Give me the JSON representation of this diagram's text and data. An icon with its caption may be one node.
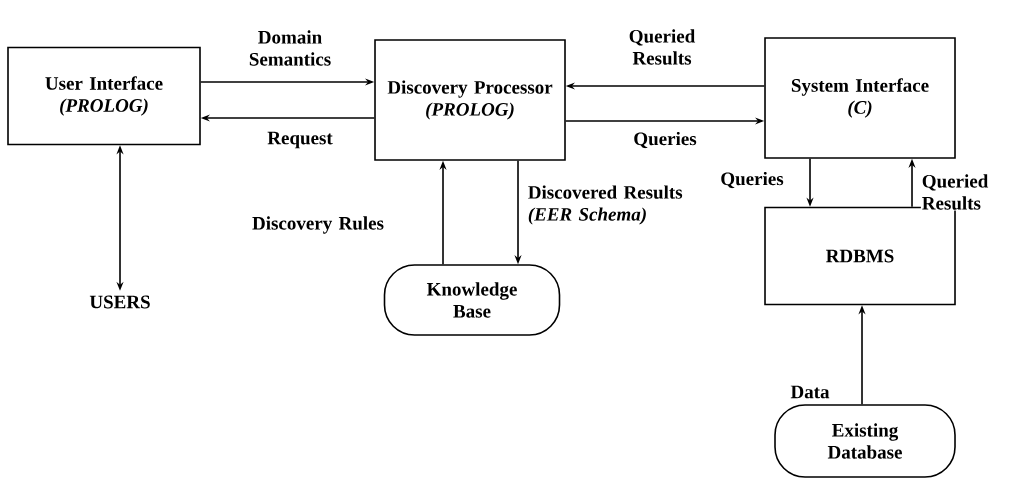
{
  "diagram": {
    "nodes": [
      {
        "text": [
          "User Interface",
          "(PROLOG)"
        ]
      },
      {
        "text": [
          "Discovery Processor",
          "(PROLOG)"
        ]
      },
      {
        "text": [
          "System Interface",
          "(C)"
        ]
      },
      {
        "text": [
          "USERS"
        ]
      },
      {
        "text": [
          "Knowledge Base"
        ]
      },
      {
        "text": [
          "RDBMS"
        ]
      },
      {
        "text": [
          "Existing Database"
        ]
      }
    ],
    "edges": [
      {
        "from": 0,
        "to": 1,
        "arrow": "to",
        "label": "Domain Semantics"
      },
      {
        "from": 1,
        "to": 0,
        "arrow": "to",
        "label": "Request"
      },
      {
        "from": 2,
        "to": 1,
        "arrow": "to",
        "label": "Queried Results"
      },
      {
        "from": 1,
        "to": 2,
        "arrow": "to",
        "label": "Queries"
      },
      {
        "from": 0,
        "to": 3,
        "arrow": "both"
      },
      {
        "from": 4,
        "to": 1,
        "arrow": "to",
        "label": "Discovery Rules"
      },
      {
        "from": 1,
        "to": 4,
        "arrow": "to",
        "label": "Discovered Results *(EER Schema)*"
      },
      {
        "from": 2,
        "to": 5,
        "arrow": "to",
        "label": "Queries"
      },
      {
        "from": 5,
        "to": 2,
        "arrow": "to",
        "label": "Queried Results"
      },
      {
        "from": 6,
        "to": 5,
        "arrow": "to",
        "label": "Data"
      }
    ]
  }
}
